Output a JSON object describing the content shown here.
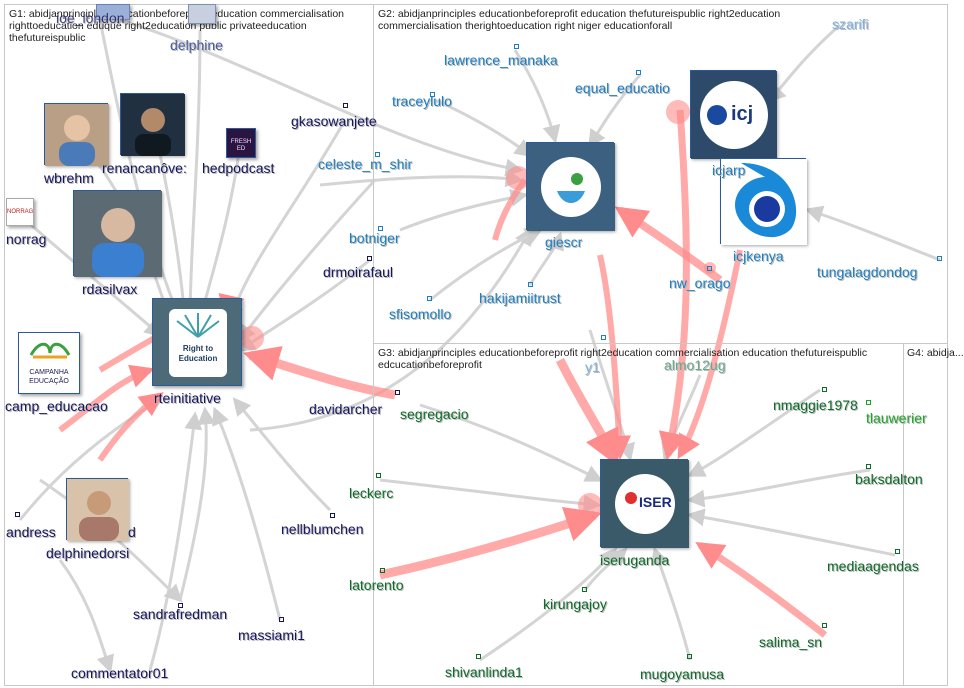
{
  "groups": {
    "g1": {
      "title": "G1: abidjanprinciples educationbeforeprofit education commercialisation righttoeducation eduquê right2education public privateeducation thefutureispublic"
    },
    "g2": {
      "title": "G2: abidjanprinciples educationbeforeprofit education thefutureispublic right2education commercialisation therightoeducation right niger educationforall"
    },
    "g3": {
      "title": "G3: abidjanprinciples educationbeforeprofit right2education commercialisation education thefutureispublic edcucationbeforeprofit"
    },
    "g4": {
      "title": "G4: abidja..."
    }
  },
  "nodes": {
    "ioe_london": "ioe_london",
    "delphine": "delphine",
    "wbrehm": "wbrehm",
    "renancanoves": "renancanôve:",
    "hedpodcast": "hedpodcast",
    "norrag": "norrag",
    "rdasilvax": "rdasilvax",
    "camp_educacao": "camp_educacao",
    "rteinitiative": "rteinitiative",
    "gkasowanjete": "gkasowanjete",
    "drmoirafaul": "drmoirafaul",
    "davidarcher": "davidarcher",
    "andress": "andress",
    "andress_suffix": "d",
    "delphinedorsi": "delphinedorsi",
    "nellblumchen": "nellblumchen",
    "sandrafredman": "sandrafredman",
    "massiami1": "massiami1",
    "commentator01": "commentator01",
    "lawrence_manaka": "lawrence_manaka",
    "equal_education": "equal_educatio",
    "traceylulo": "traceylulo",
    "celeste_m_shir": "celeste_m_shir",
    "botniger": "botniger",
    "giescr": "giescr",
    "icjarp": "icjarp",
    "icjkenya": "icjkenya",
    "hakijamiitrust": "hakijamiitrust",
    "sfisomollo": "sfisomollo",
    "nw_orago": "nw_orago",
    "tungalagdondog": "tungalagdondog",
    "szarifi": "szarifi",
    "overlap_y1": "y1",
    "almo12ug": "almo12ug",
    "segregacio": "segregacio",
    "leckerc": "leckerc",
    "latorento": "latorento",
    "iseruganda": "iseruganda",
    "kirungajoy": "kirungajoy",
    "shivanlinda1": "shivanlinda1",
    "mugoyamusa": "mugoyamusa",
    "nmaggie1978": "nmaggie1978",
    "baksdalton": "baksdalton",
    "mediaagendas": "mediaagendas",
    "salima_sn": "salima_sn",
    "tlauwerier": "tlauwerier"
  },
  "images": {
    "norrag_logo": "NORRAG",
    "hedpodcast_logo": "FRESH ED",
    "rte_logo_line1": "Right to",
    "rte_logo_line2": "Education",
    "campanha_line1": "CAMPANHA",
    "campanha_line2": "EDUCAÇÃO",
    "icj_logo": "icj",
    "iser_logo": "ISER"
  },
  "colors": {
    "g1_text": "#16165e",
    "g2_text": "#1f7fc4",
    "g3_text": "#0f6b2a",
    "strong_edge": "#ff8c8c",
    "weak_edge": "#cfcfcf"
  }
}
